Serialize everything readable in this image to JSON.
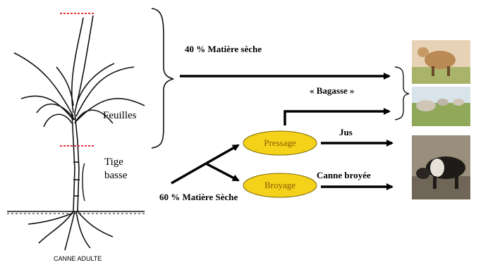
{
  "plant": {
    "leaves_label": "Feuilles",
    "stem_label_1": "Tige",
    "stem_label_2": "basse",
    "caption": "CANNE ADULTE"
  },
  "dry_matter_top": "40 % Matière sèche",
  "dry_matter_bottom": "60 % Matière Sèche",
  "bagasse_label": "« Bagasse »",
  "processes": {
    "pressing": "Pressage",
    "grinding": "Broyage"
  },
  "outputs": {
    "juice": "Jus",
    "ground_cane": "Canne broyée"
  },
  "colors": {
    "ellipse_fill": "#f5d21a",
    "ellipse_text": "#8a5a00",
    "cut_line": "#e0303a",
    "arrow": "#000000"
  }
}
